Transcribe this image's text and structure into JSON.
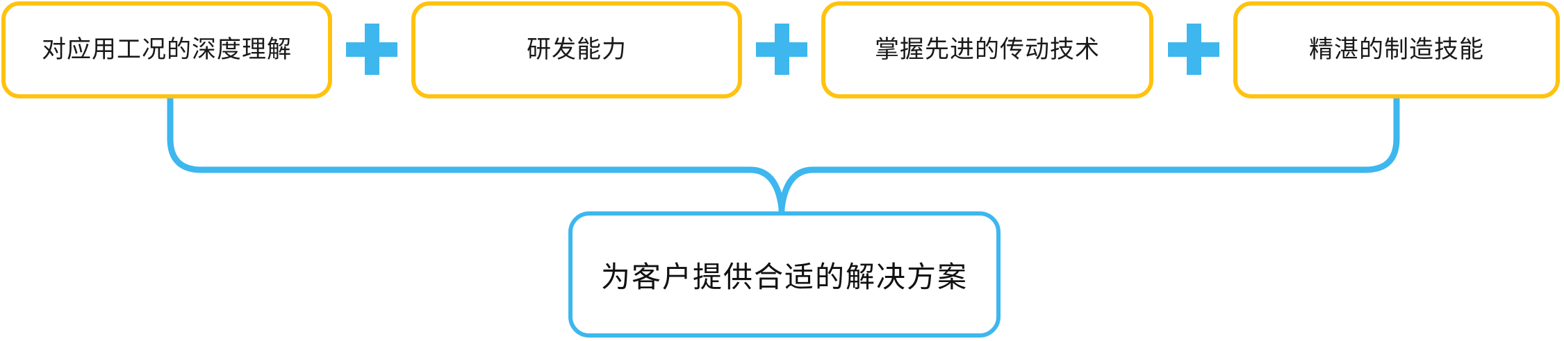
{
  "diagram": {
    "title": "为客户提供合适的解决方案",
    "type": "convergence-flow",
    "colors": {
      "factor_border": "#FFC20E",
      "connector": "#3DB7EE",
      "result_border": "#3DB7EE",
      "plus": "#3DB7EE",
      "background": "#FFFFFF",
      "text": "#1A1A1A"
    },
    "factors": [
      {
        "id": "factor-1",
        "label": "对应用工况的深度理解"
      },
      {
        "id": "factor-2",
        "label": "研发能力"
      },
      {
        "id": "factor-3",
        "label": "掌握先进的传动技术"
      },
      {
        "id": "factor-4",
        "label": "精湛的制造技能"
      }
    ],
    "operators": [
      {
        "id": "operator-1",
        "symbol": "+",
        "name": "plus-icon"
      },
      {
        "id": "operator-2",
        "symbol": "+",
        "name": "plus-icon"
      },
      {
        "id": "operator-3",
        "symbol": "+",
        "name": "plus-icon"
      }
    ],
    "result": {
      "id": "result-1",
      "label": "为客户提供合适的解决方案"
    }
  }
}
